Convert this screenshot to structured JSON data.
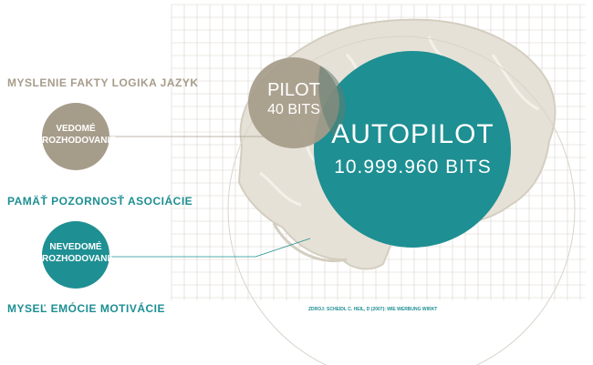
{
  "left": {
    "conscious_keywords": "MYSLENIE  FAKTY  LOGIKA  JAZYK",
    "conscious_circle": [
      "VEDOMÉ",
      "ROZHODOVANIE"
    ],
    "middle_keywords": "PAMÄŤ  POZORNOSŤ  ASOCIÁCIE",
    "unconscious_circle": [
      "NEVEDOMÉ",
      "ROZHODOVANIE"
    ],
    "unconscious_keywords": "MYSEĽ   EMÓCIE   MOTIVÁCIE"
  },
  "pilot": {
    "title": "PILOT",
    "value": "40 BITS"
  },
  "autopilot": {
    "title": "AUTOPILOT",
    "value": "10.999.960 BITS"
  },
  "source": "ZDROJ: SCHEIDL C. HEIL, D (2007): WIE WERBUNG WIRKT",
  "colors": {
    "taupe": "#a69c8a",
    "teal": "#1e8f93",
    "brain": "#e6e1d6",
    "grid": "#d8d4cc"
  }
}
